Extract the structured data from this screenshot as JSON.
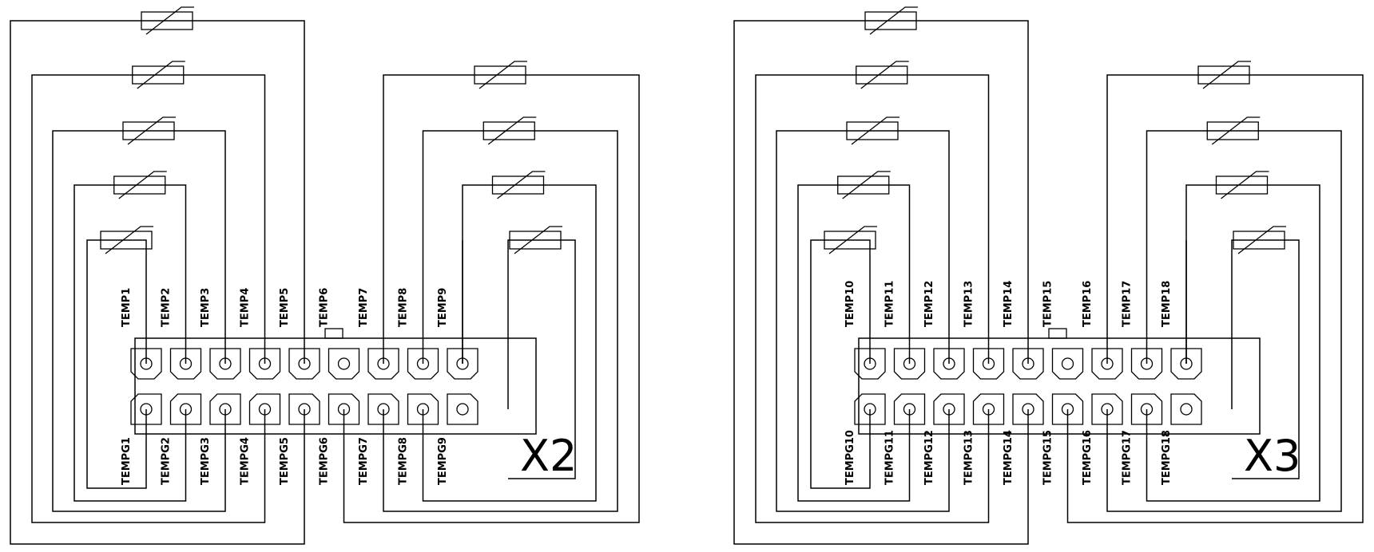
{
  "colors": {
    "line": "#000000",
    "background": "#ffffff"
  },
  "connectors": [
    {
      "name": "X2",
      "top_labels": [
        "TEMP1",
        "TEMP2",
        "TEMP3",
        "TEMP4",
        "TEMP5",
        "TEMP6",
        "TEMP7",
        "TEMP8",
        "TEMP9"
      ],
      "bottom_labels": [
        "TEMPG1",
        "TEMPG2",
        "TEMPG3",
        "TEMPG4",
        "TEMPG5",
        "TEMPG6",
        "TEMPG7",
        "TEMPG8",
        "TEMPG9"
      ]
    },
    {
      "name": "X3",
      "top_labels": [
        "TEMP10",
        "TEMP11",
        "TEMP12",
        "TEMP13",
        "TEMP14",
        "TEMP15",
        "TEMP16",
        "TEMP17",
        "TEMP18"
      ],
      "bottom_labels": [
        "TEMPG10",
        "TEMPG11",
        "TEMPG12",
        "TEMPG13",
        "TEMPG14",
        "TEMPG15",
        "TEMPG16",
        "TEMPG17",
        "TEMPG18"
      ]
    }
  ],
  "thermistor_count": 18,
  "icons": {
    "thermistor": "thermistor-icon",
    "pin": "connector-pin-icon"
  }
}
